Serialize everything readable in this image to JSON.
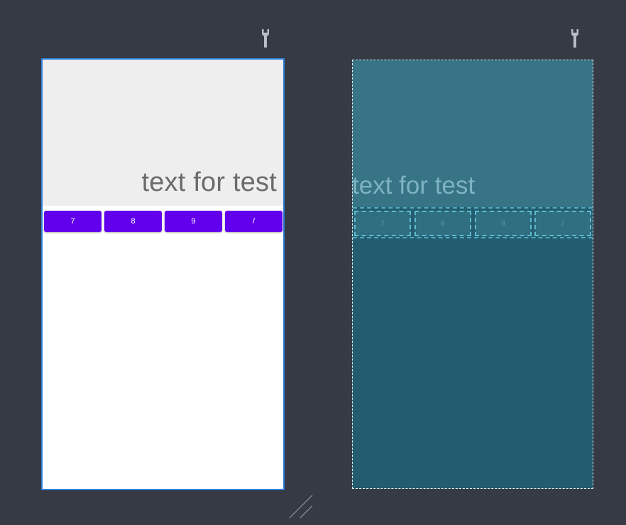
{
  "design": {
    "display_text": "text for test",
    "keys": [
      {
        "label": "7"
      },
      {
        "label": "8"
      },
      {
        "label": "9"
      },
      {
        "label": "/"
      }
    ]
  },
  "blueprint": {
    "display_text": "text for test",
    "keys": [
      {
        "label": "7"
      },
      {
        "label": "8"
      },
      {
        "label": "9"
      },
      {
        "label": "/"
      }
    ]
  },
  "icons": {
    "design_toolbar": "wrench-icon",
    "blueprint_toolbar": "wrench-icon",
    "resize": "resize-handle-icon"
  },
  "colors": {
    "canvas_background": "#353a45",
    "button_primary": "#6200ee",
    "selection_outline": "#2f7fd8",
    "blueprint_background": "#235c6e",
    "blueprint_outline": "#5fb9cf"
  }
}
